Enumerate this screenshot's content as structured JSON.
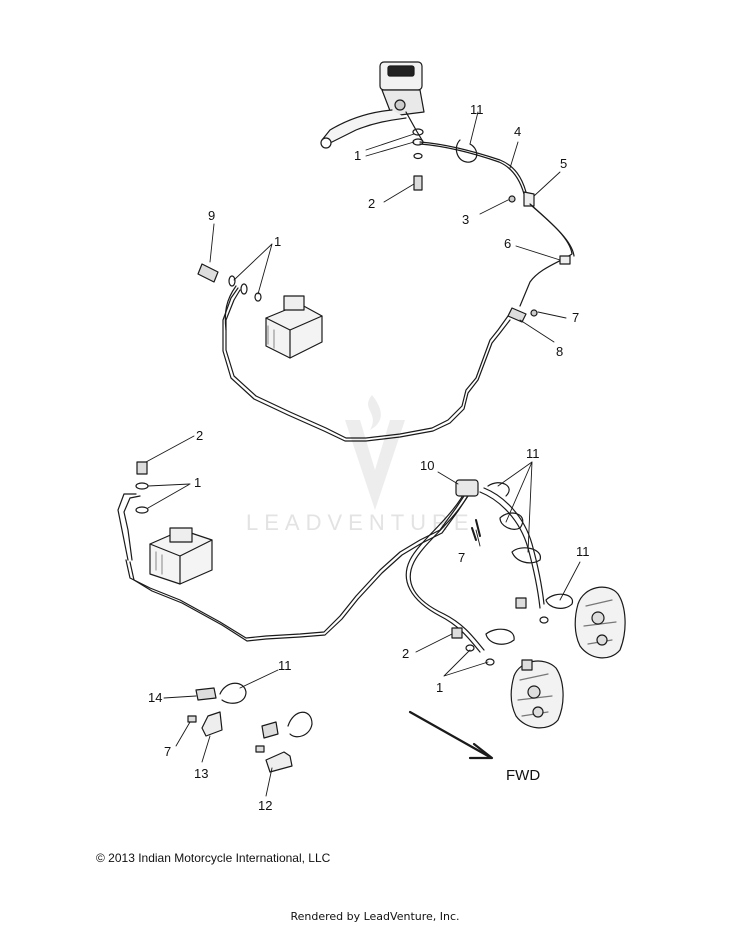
{
  "diagram": {
    "callouts": [
      "1",
      "2",
      "3",
      "4",
      "5",
      "6",
      "7",
      "8",
      "9",
      "10",
      "11",
      "12",
      "13",
      "14"
    ],
    "direction_label": "FWD",
    "watermark_text": "LEADVENTURE",
    "copyright": "© 2013 Indian Motorcycle International, LLC",
    "rendered_by": "Rendered by LeadVenture, Inc."
  },
  "colors": {
    "line": "#1a1a1a",
    "watermark": "#e3e3e3"
  }
}
